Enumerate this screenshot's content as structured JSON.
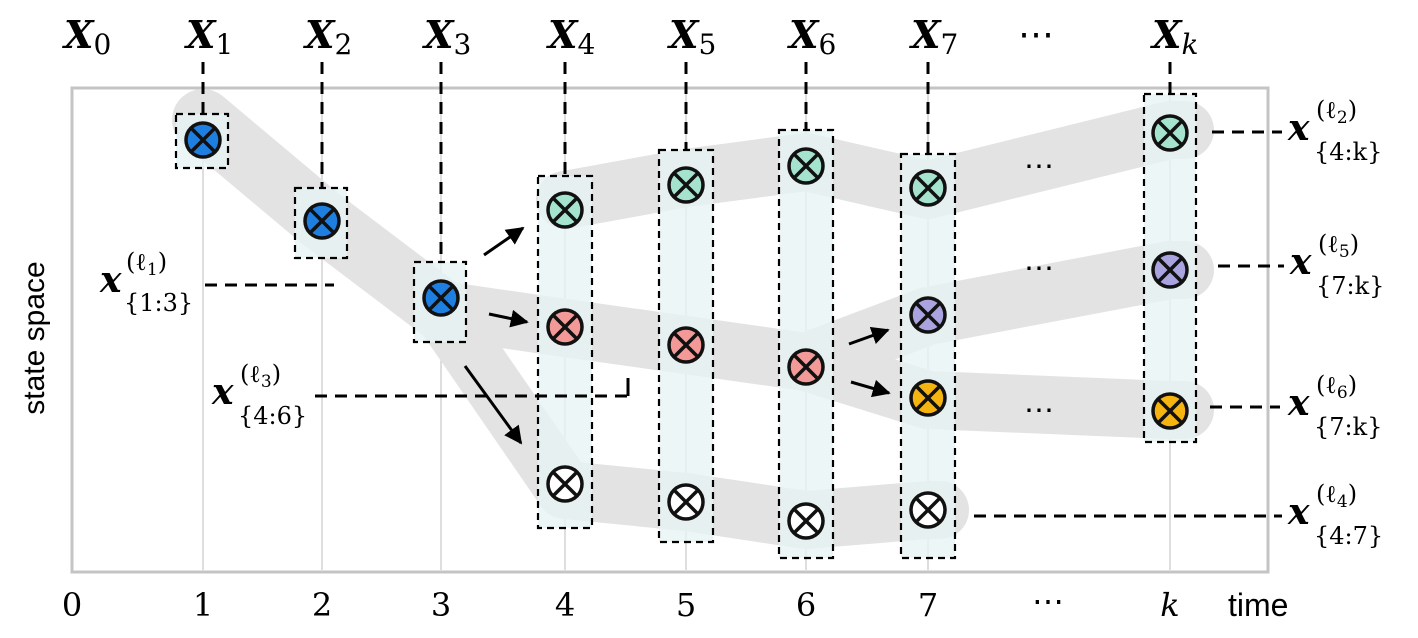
{
  "top_labels": {
    "x0": {
      "base": "X",
      "sub": "0"
    },
    "x1": {
      "base": "X",
      "sub": "1"
    },
    "x2": {
      "base": "X",
      "sub": "2"
    },
    "x3": {
      "base": "X",
      "sub": "3"
    },
    "x4": {
      "base": "X",
      "sub": "4"
    },
    "x5": {
      "base": "X",
      "sub": "5"
    },
    "x6": {
      "base": "X",
      "sub": "6"
    },
    "x7": {
      "base": "X",
      "sub": "7"
    },
    "dots": "⋯",
    "xk": {
      "base": "X",
      "sub": "k"
    }
  },
  "axis": {
    "y_label": "state space",
    "x_label": "time",
    "ticks": [
      "0",
      "1",
      "2",
      "3",
      "4",
      "5",
      "6",
      "7",
      "⋯",
      "k"
    ]
  },
  "track_labels": {
    "l1": {
      "base": "x",
      "sup": "(ℓ",
      "sup_sub": "1",
      "sup_close": ")",
      "sub": "{1:3}"
    },
    "l3": {
      "base": "x",
      "sup": "(ℓ",
      "sup_sub": "3",
      "sup_close": ")",
      "sub": "{4:6}"
    },
    "l2": {
      "base": "x",
      "sup": "(ℓ",
      "sup_sub": "2",
      "sup_close": ")",
      "sub": "{4:k}"
    },
    "l5": {
      "base": "x",
      "sup": "(ℓ",
      "sup_sub": "5",
      "sup_close": ")",
      "sub": "{7:k}"
    },
    "l6": {
      "base": "x",
      "sup": "(ℓ",
      "sup_sub": "6",
      "sup_close": ")",
      "sub": "{7:k}"
    },
    "l4": {
      "base": "x",
      "sup": "(ℓ",
      "sup_sub": "4",
      "sup_close": ")",
      "sub": "{4:7}"
    }
  },
  "ellipsis": "⋯",
  "colors": {
    "blue": "#1f7fe0",
    "green": "#a6e3cf",
    "red": "#f39a98",
    "purple": "#a9a3df",
    "yellow": "#f5b40f",
    "white": "#ffffff",
    "track": "#e3e3e3",
    "frame_fill": "#e8f3f4"
  },
  "nodes": [
    {
      "id": "t1",
      "color": "blue"
    },
    {
      "id": "t2",
      "color": "blue"
    },
    {
      "id": "t3",
      "color": "blue"
    },
    {
      "id": "t4-top",
      "color": "green"
    },
    {
      "id": "t4-mid",
      "color": "red"
    },
    {
      "id": "t4-bot",
      "color": "white"
    },
    {
      "id": "t5-top",
      "color": "green"
    },
    {
      "id": "t5-mid",
      "color": "red"
    },
    {
      "id": "t5-bot",
      "color": "white"
    },
    {
      "id": "t6-top",
      "color": "green"
    },
    {
      "id": "t6-mid",
      "color": "red"
    },
    {
      "id": "t6-bot",
      "color": "white"
    },
    {
      "id": "t7-top",
      "color": "green"
    },
    {
      "id": "t7-purple",
      "color": "purple"
    },
    {
      "id": "t7-yellow",
      "color": "yellow"
    },
    {
      "id": "t7-bot",
      "color": "white"
    },
    {
      "id": "tk-top",
      "color": "green"
    },
    {
      "id": "tk-purple",
      "color": "purple"
    },
    {
      "id": "tk-yellow",
      "color": "yellow"
    }
  ]
}
